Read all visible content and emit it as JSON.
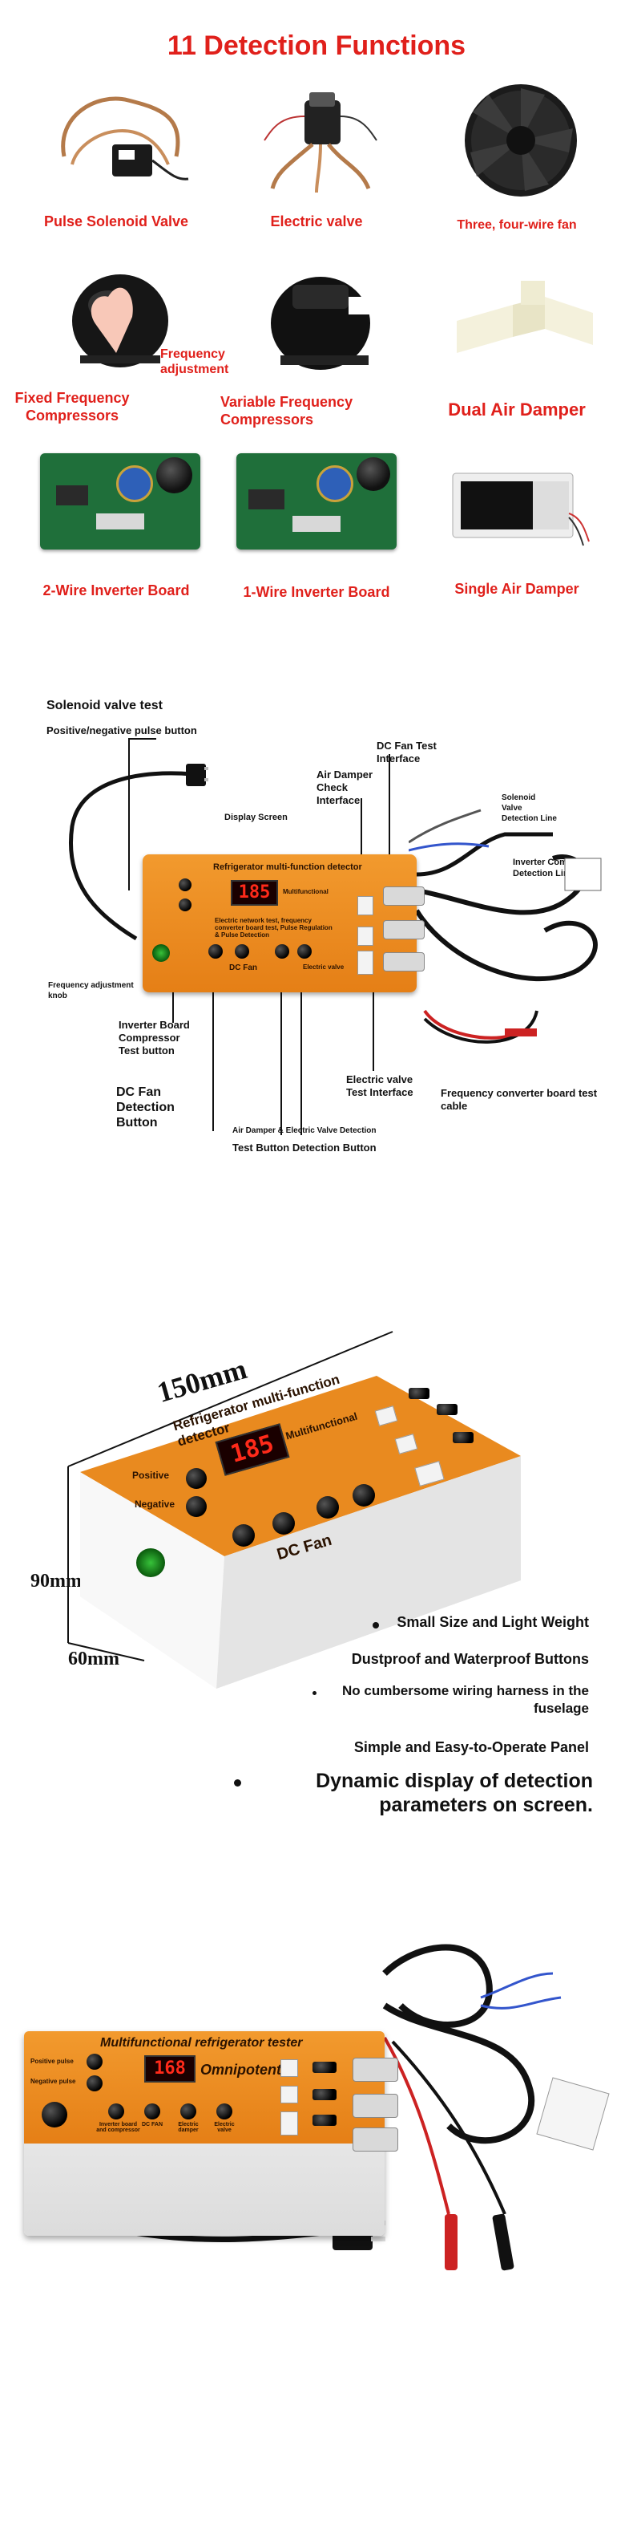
{
  "section1": {
    "title": "11 Detection Functions",
    "items": [
      {
        "label": "Pulse Solenoid Valve"
      },
      {
        "label": "Electric valve"
      },
      {
        "label": "Three, four-wire fan"
      },
      {
        "label": "Fixed Frequency Compressors"
      },
      {
        "label": "Variable Frequency Compressors"
      },
      {
        "label": "Dual Air Damper"
      },
      {
        "label": "2-Wire Inverter Board"
      },
      {
        "label": "1-Wire Inverter Board"
      },
      {
        "label": "Single Air Damper"
      }
    ],
    "freq_note": "Frequency adjustment",
    "accent": "#e0201b"
  },
  "section2": {
    "callouts": {
      "solenoid_test": "Solenoid valve test",
      "pulse_button": "Positive/negative pulse button",
      "display_screen": "Display Screen",
      "dc_fan_interface": "DC Fan Test Interface",
      "air_damper_interface": "Air Damper Check Interface",
      "solenoid_line": "Solenoid Valve Detection Line",
      "inverter_line": "Inverter Compressor Detection Line",
      "freq_knob": "Frequency adjustment knob",
      "inverter_button": "Inverter Board Compressor Test button",
      "dc_fan_button": "DC Fan Detection Button",
      "electric_valve_interface": "Electric valve Test Interface",
      "converter_cable": "Frequency converter board test cable",
      "damper_valve_small": "Air Damper & Electric Valve Detection",
      "test_button_detection": "Test Button Detection Button"
    },
    "panel": {
      "title": "Refrigerator multi-function detector",
      "display": "185",
      "multi": "Multifunctional",
      "subtitle": "Electric network test, frequency converter board test, Pulse Regulation & Pulse Detection",
      "dc_fan": "DC Fan",
      "electric_valve": "Electric valve"
    }
  },
  "section3": {
    "dims": {
      "width": "150mm",
      "height": "90mm",
      "depth": "60mm"
    },
    "panel": {
      "title": "Refrigerator multi-function detector",
      "display": "185",
      "multi": "Multifunctional",
      "dc_fan": "DC Fan",
      "positive": "Positive",
      "negative": "Negative"
    },
    "features": [
      "Small Size and Light Weight",
      "Dustproof and Waterproof Buttons",
      "No cumbersome wiring harness in the fuselage",
      "Simple and Easy-to-Operate Panel",
      "Dynamic display of detection parameters on screen."
    ]
  },
  "section4": {
    "panel": {
      "title": "Multifunctional refrigerator tester",
      "display": "168",
      "brand": "Omnipotent",
      "positive": "Positive pulse",
      "negative": "Negative pulse",
      "buttons": [
        "Inverter board and compressor",
        "DC FAN",
        "Electric damper",
        "Electric valve"
      ]
    }
  }
}
